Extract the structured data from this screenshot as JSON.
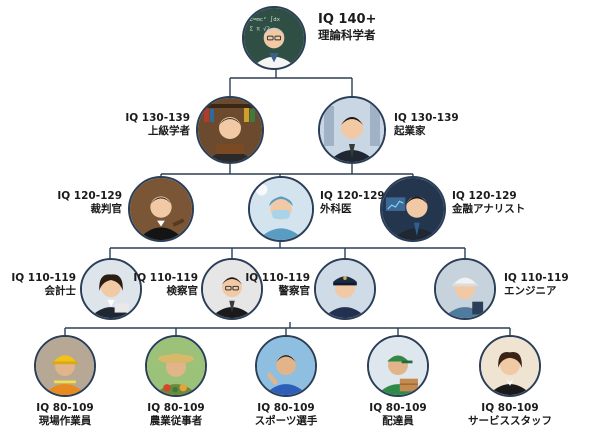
{
  "tree": {
    "root": {
      "iq": "IQ 140+",
      "job": "理論科学者",
      "icon": "scientist-portrait"
    },
    "level2": [
      {
        "iq": "IQ 130-139",
        "job": "上級学者",
        "icon": "scholar-portrait"
      },
      {
        "iq": "IQ 130-139",
        "job": "起業家",
        "icon": "entrepreneur-portrait"
      }
    ],
    "level3": [
      {
        "iq": "IQ 120-129",
        "job": "裁判官",
        "icon": "judge-portrait"
      },
      {
        "iq": "IQ 120-129",
        "job": "外科医",
        "icon": "surgeon-portrait"
      },
      {
        "iq": "IQ 120-129",
        "job": "金融アナリスト",
        "icon": "analyst-portrait"
      }
    ],
    "level4": [
      {
        "iq": "IQ 110-119",
        "job": "会計士",
        "icon": "accountant-portrait"
      },
      {
        "iq": "IQ 110-119",
        "job": "検察官",
        "icon": "prosecutor-portrait"
      },
      {
        "iq": "IQ 110-119",
        "job": "警察官",
        "icon": "police-portrait"
      },
      {
        "iq": "IQ 110-119",
        "job": "エンジニア",
        "icon": "engineer-portrait"
      }
    ],
    "level5": [
      {
        "iq": "IQ 80-109",
        "job": "現場作業員",
        "icon": "construction-worker-portrait"
      },
      {
        "iq": "IQ 80-109",
        "job": "農業従事者",
        "icon": "farmer-portrait"
      },
      {
        "iq": "IQ 80-109",
        "job": "スポーツ選手",
        "icon": "athlete-portrait"
      },
      {
        "iq": "IQ 80-109",
        "job": "配達員",
        "icon": "delivery-portrait"
      },
      {
        "iq": "IQ 80-109",
        "job": "サービススタッフ",
        "icon": "service-staff-portrait"
      }
    ]
  },
  "colors": {
    "line": "#2b3e57",
    "border": "#2b3e57",
    "background": "#ffffff"
  }
}
